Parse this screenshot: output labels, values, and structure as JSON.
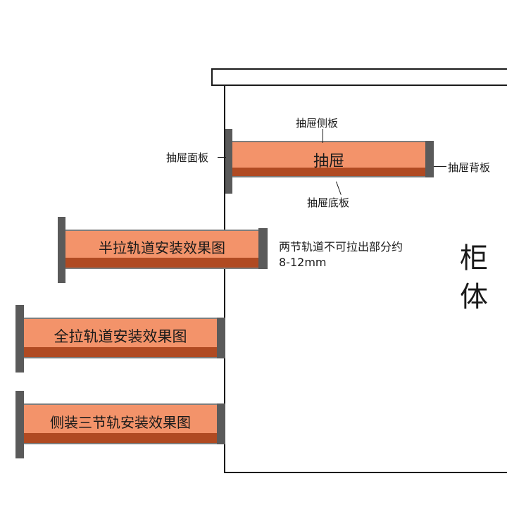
{
  "cabinet_label": [
    "柜",
    "体"
  ],
  "top_drawer": {
    "title": "抽屉",
    "labels": {
      "side_panel": "抽屉侧板",
      "front_panel": "抽屉面板",
      "back_panel": "抽屉背板",
      "bottom_panel": "抽屉底板"
    }
  },
  "drawers": [
    {
      "label": "半拉轨道安装效果图"
    },
    {
      "label": "全拉轨道安装效果图"
    },
    {
      "label": "侧装三节轨安装效果图"
    }
  ],
  "note": {
    "line1": "两节轨道不可拉出部分约",
    "line2": "8-12mm"
  },
  "colors": {
    "drawer_body": "#f3936a",
    "drawer_bottom": "#b04a22",
    "panel": "#5a5a5a",
    "line": "#1a1a1a"
  }
}
